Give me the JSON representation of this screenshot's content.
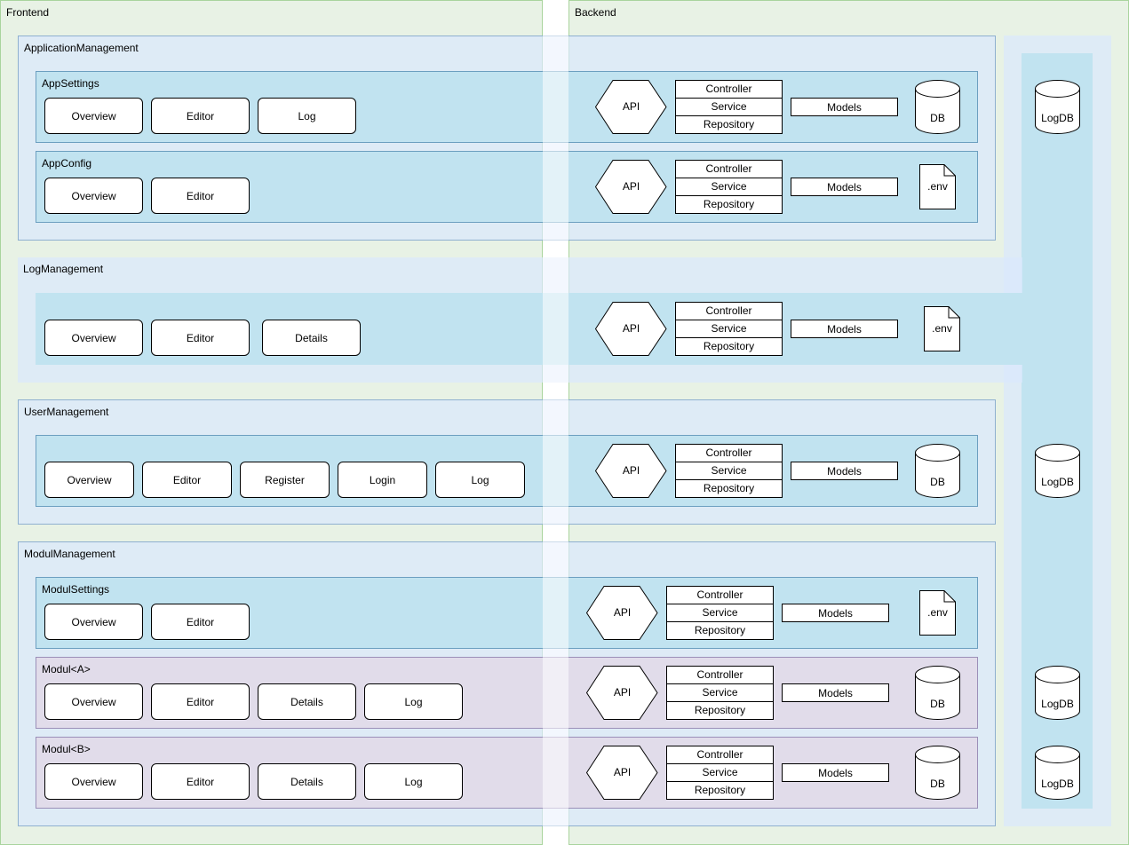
{
  "lanes": {
    "frontend": "Frontend",
    "backend": "Backend"
  },
  "common": {
    "api": "API",
    "controller": "Controller",
    "service": "Service",
    "repository": "Repository",
    "models": "Models",
    "db": "DB",
    "env": ".env",
    "logdb": "LogDB"
  },
  "groups": {
    "application": {
      "label": "ApplicationManagement",
      "appsettings": {
        "label": "AppSettings",
        "buttons": [
          "Overview",
          "Editor",
          "Log"
        ]
      },
      "appconfig": {
        "label": "AppConfig",
        "buttons": [
          "Overview",
          "Editor"
        ]
      }
    },
    "log": {
      "label": "LogManagement",
      "buttons": [
        "Overview",
        "Editor",
        "Details"
      ]
    },
    "user": {
      "label": "UserManagement",
      "buttons": [
        "Overview",
        "Editor",
        "Register",
        "Login",
        "Log"
      ]
    },
    "modul": {
      "label": "ModulManagement",
      "settings": {
        "label": "ModulSettings",
        "buttons": [
          "Overview",
          "Editor"
        ]
      },
      "a": {
        "label": "Modul<A>",
        "buttons": [
          "Overview",
          "Editor",
          "Details",
          "Log"
        ]
      },
      "b": {
        "label": "Modul<B>",
        "buttons": [
          "Overview",
          "Editor",
          "Details",
          "Log"
        ]
      }
    }
  }
}
